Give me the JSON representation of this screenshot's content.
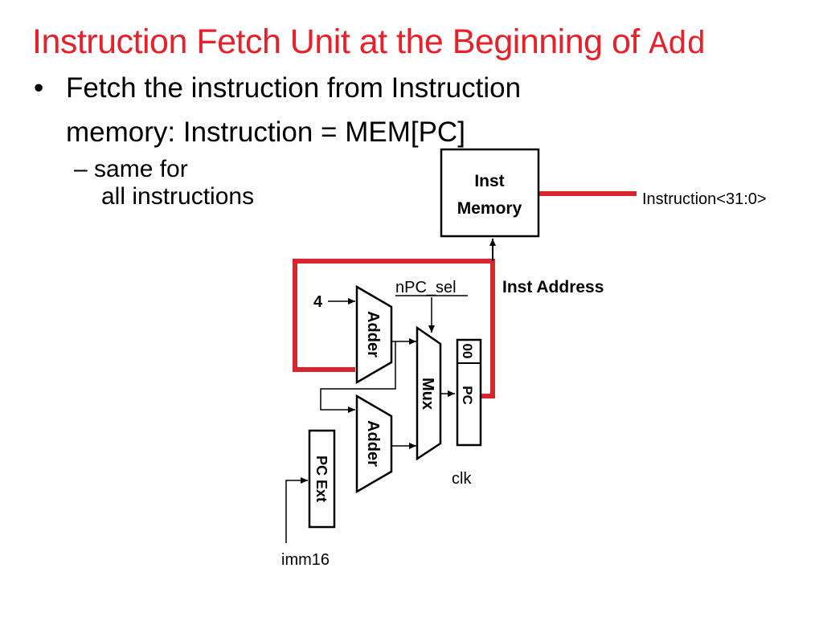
{
  "slide": {
    "title_text": "Instruction Fetch Unit at the Beginning of ",
    "title_code": "Add",
    "bullet_marker": "•",
    "bullet_line1": "Fetch the instruction from Instruction",
    "bullet_line2": "memory: Instruction  =  MEM[PC]",
    "sub_marker": "–",
    "sub_line1": "same for",
    "sub_line2": "all instructions"
  },
  "diagram": {
    "inst_memory_line1": "Inst",
    "inst_memory_line2": "Memory",
    "instruction_output": "Instruction<31:0>",
    "inst_address": "Inst Address",
    "npc_sel": "nPC_sel",
    "constant_four": "4",
    "adder_top": "Adder",
    "adder_bottom": "Adder",
    "mux": "Mux",
    "pc_low_bits": "00",
    "pc": "PC",
    "pc_ext": "PC Ext",
    "clk": "clk",
    "imm16": "imm16",
    "highlight_color": "#d9262e"
  }
}
